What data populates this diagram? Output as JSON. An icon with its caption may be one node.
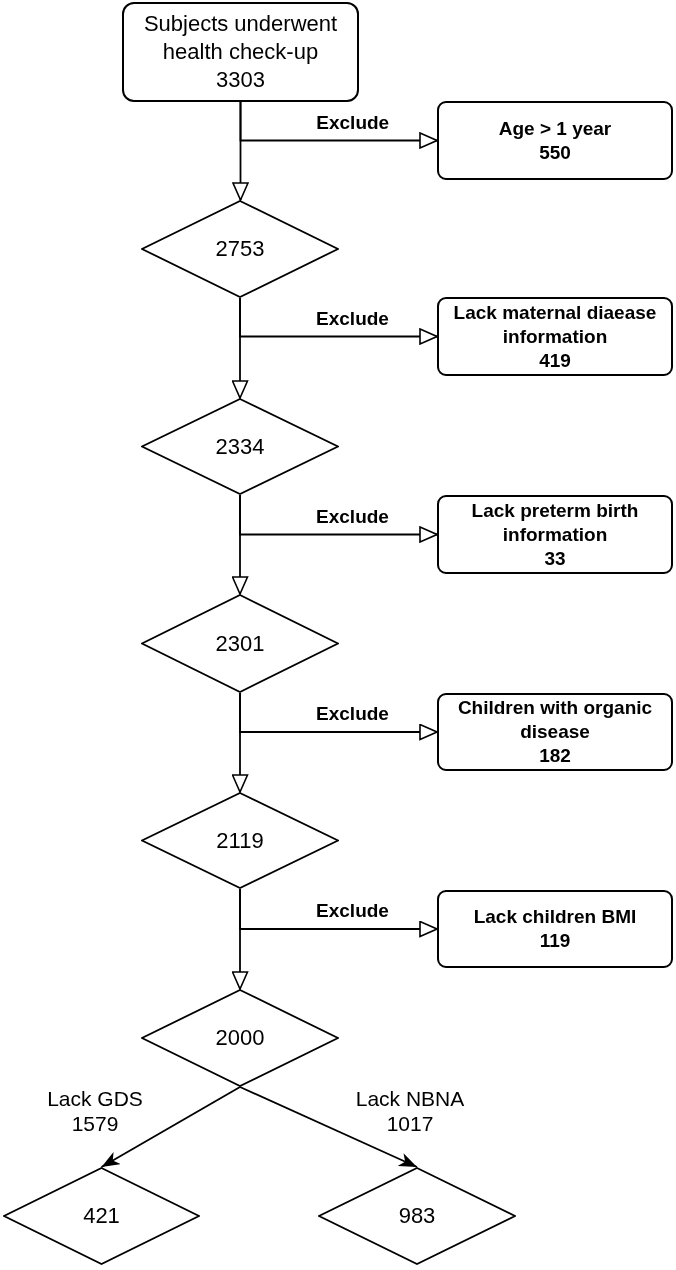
{
  "diagram": {
    "nodes": [
      {
        "text": [
          "Subjects underwent health check-up",
          "3303"
        ]
      },
      {
        "text": [
          "Age > 1 year",
          "550"
        ]
      },
      {
        "text": [
          "2753"
        ]
      },
      {
        "text": [
          "Lack maternal diaease information",
          "419"
        ]
      },
      {
        "text": [
          "2334"
        ]
      },
      {
        "text": [
          "Lack preterm birth information",
          "33"
        ]
      },
      {
        "text": [
          "2301"
        ]
      },
      {
        "text": [
          "Children with organic disease",
          "182"
        ]
      },
      {
        "text": [
          "2119"
        ]
      },
      {
        "text": [
          "Lack children BMI",
          "119"
        ]
      },
      {
        "text": [
          "2000"
        ]
      },
      {
        "text": [
          "421"
        ]
      },
      {
        "text": [
          "983"
        ]
      }
    ],
    "edges": [
      {
        "from": 0,
        "to": 1,
        "arrow": "to",
        "label": "Exclude"
      },
      {
        "from": 0,
        "to": 2,
        "arrow": "to"
      },
      {
        "from": 2,
        "to": 3,
        "arrow": "to",
        "label": "Exclude"
      },
      {
        "from": 2,
        "to": 4,
        "arrow": "to"
      },
      {
        "from": 4,
        "to": 5,
        "arrow": "to",
        "label": "Exclude"
      },
      {
        "from": 4,
        "to": 6,
        "arrow": "to"
      },
      {
        "from": 6,
        "to": 7,
        "arrow": "to",
        "label": "Exclude"
      },
      {
        "from": 6,
        "to": 8,
        "arrow": "to"
      },
      {
        "from": 8,
        "to": 9,
        "arrow": "to",
        "label": "Exclude"
      },
      {
        "from": 8,
        "to": 10,
        "arrow": "to"
      },
      {
        "from": 10,
        "to": 11,
        "arrow": "to",
        "label": "Lack GDS 1579"
      },
      {
        "from": 10,
        "to": 12,
        "arrow": "to",
        "label": "Lack NBNA 1017"
      }
    ]
  }
}
